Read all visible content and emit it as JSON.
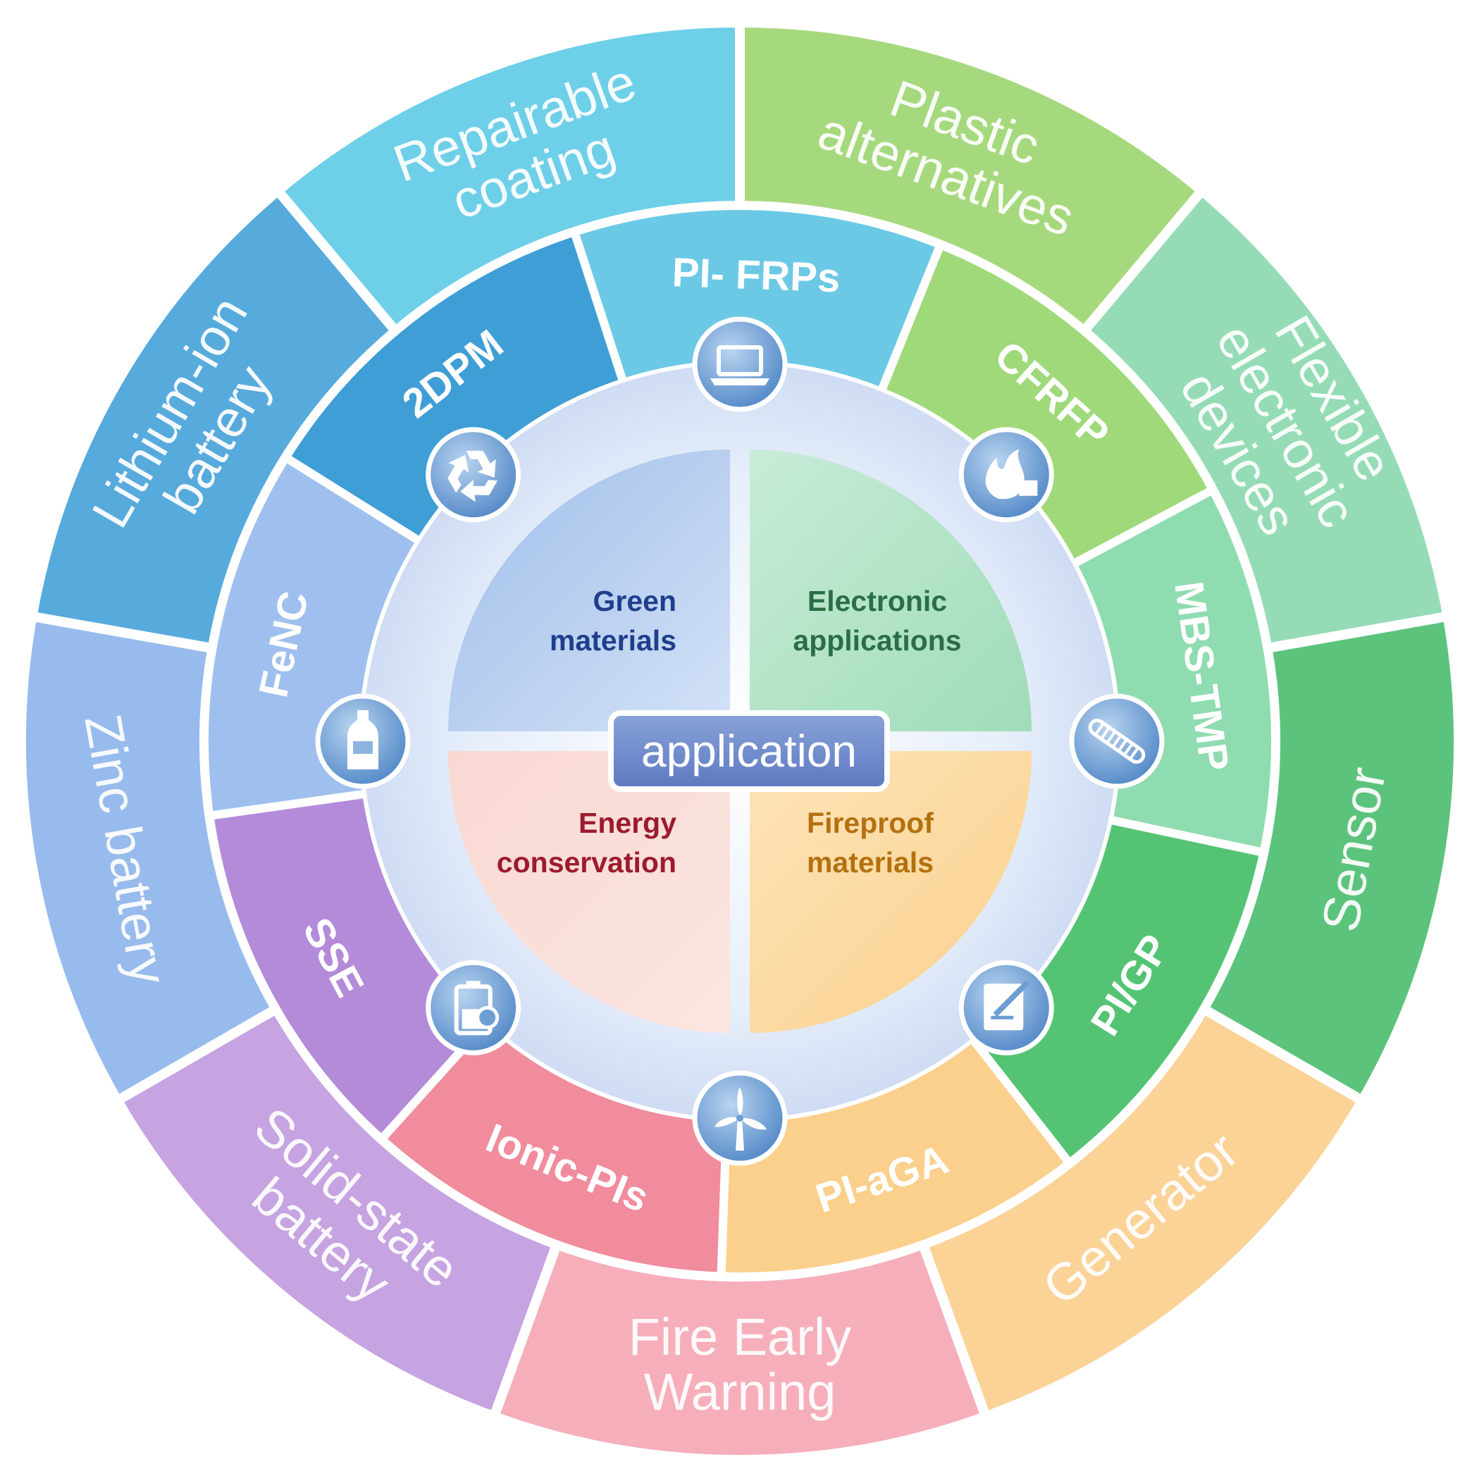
{
  "center": {
    "label": "application"
  },
  "quadrants": [
    {
      "id": "green",
      "lines": [
        "Green",
        "materials"
      ],
      "text_color": "#1f3f8c",
      "fill_from": "#9fbde9",
      "fill_to": "#d3e2f7"
    },
    {
      "id": "electronic",
      "lines": [
        "Electronic",
        "applications"
      ],
      "text_color": "#2b6e45",
      "fill_from": "#c8ecd8",
      "fill_to": "#9fdcb8"
    },
    {
      "id": "energy",
      "lines": [
        "Energy",
        "conservation"
      ],
      "text_color": "#9c1b2c",
      "fill_from": "#f9d8d2",
      "fill_to": "#fbe6e0"
    },
    {
      "id": "fireproof",
      "lines": [
        "Fireproof",
        "materials"
      ],
      "text_color": "#b4700f",
      "fill_from": "#fde4b8",
      "fill_to": "#fbd08c"
    }
  ],
  "inner_ring": [
    {
      "label": "PI- FRPs",
      "color": "#6bc9e6"
    },
    {
      "label": "CFRFP",
      "color": "#9fd97a"
    },
    {
      "label": "MBS-TMP",
      "color": "#8fdcb0"
    },
    {
      "label": "PI/GP",
      "color": "#54c474"
    },
    {
      "label": "PI-aGA",
      "color": "#fbd08c"
    },
    {
      "label": "Ionic-PIs",
      "color": "#f08c9c"
    },
    {
      "label": "SSE",
      "color": "#b38bd9"
    },
    {
      "label": "FeNC",
      "color": "#9fc0ee"
    },
    {
      "label": "2DPM",
      "color": "#3f9ed6"
    }
  ],
  "outer_ring": [
    {
      "lines": [
        "Plastic",
        "alternatives"
      ],
      "color": "#a6d97e"
    },
    {
      "lines": [
        "Flexible",
        "electronic",
        "devices"
      ],
      "color": "#95dcb6"
    },
    {
      "lines": [
        "Sensor"
      ],
      "color": "#5cc37c"
    },
    {
      "lines": [
        "Generator"
      ],
      "color": "#fbd397"
    },
    {
      "lines": [
        "Fire Early",
        "Warning"
      ],
      "color": "#f6aebb"
    },
    {
      "lines": [
        "Solid-state",
        "battery"
      ],
      "color": "#c6a3e1"
    },
    {
      "lines": [
        "Zinc battery"
      ],
      "color": "#97bbec"
    },
    {
      "lines": [
        "Lithium-ion",
        "battery"
      ],
      "color": "#57aadc"
    },
    {
      "lines": [
        "Repairable",
        "coating"
      ],
      "color": "#6ecfe8"
    }
  ],
  "icons": [
    {
      "name": "laptop-icon"
    },
    {
      "name": "fire-icon"
    },
    {
      "name": "fiber-icon"
    },
    {
      "name": "document-pen-icon"
    },
    {
      "name": "wind-turbine-icon"
    },
    {
      "name": "battery-icon"
    },
    {
      "name": "bottle-icon"
    },
    {
      "name": "recycle-icon"
    }
  ],
  "colors": {
    "hub": "#dfe9f8",
    "center_box": "#6f8ccf",
    "icon_circle": "#6c9ed4",
    "separator": "#ffffff"
  }
}
